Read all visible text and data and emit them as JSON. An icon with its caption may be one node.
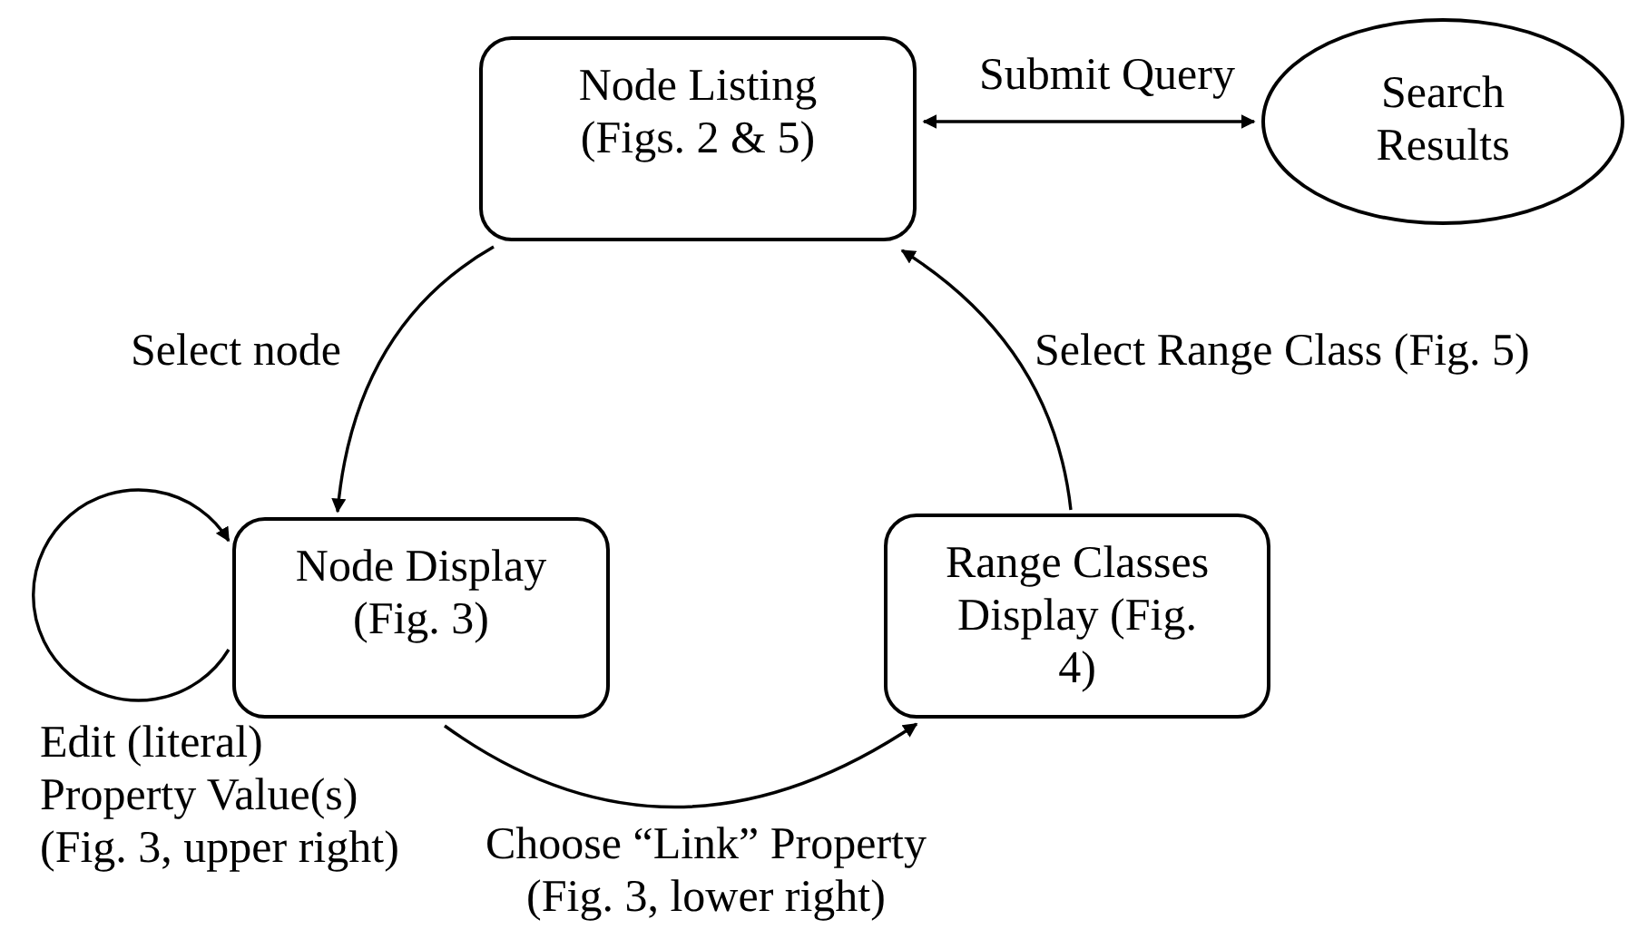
{
  "diagram": {
    "nodes": [
      {
        "text": [
          "Node Listing (Figs. 2 & 5)"
        ]
      },
      {
        "text": [
          "Search Results"
        ]
      },
      {
        "text": [
          "Node Display (Fig. 3)"
        ]
      },
      {
        "text": [
          "Range Classes Display (Fig. 4)"
        ]
      }
    ],
    "edges": [
      {
        "from": 0,
        "to": 1,
        "arrow": "both",
        "label": "Submit Query"
      },
      {
        "from": 0,
        "to": 2,
        "arrow": "to",
        "label": "Select node"
      },
      {
        "from": 3,
        "to": 0,
        "arrow": "to",
        "label": "Select Range Class (Fig. 5)"
      },
      {
        "from": 2,
        "to": 3,
        "arrow": "to",
        "label": "Choose “Link” Property (Fig. 3, lower right)"
      },
      {
        "from": 2,
        "to": 2,
        "arrow": "to",
        "label": "Edit (literal) Property Value(s) (Fig. 3, upper right)"
      }
    ]
  }
}
